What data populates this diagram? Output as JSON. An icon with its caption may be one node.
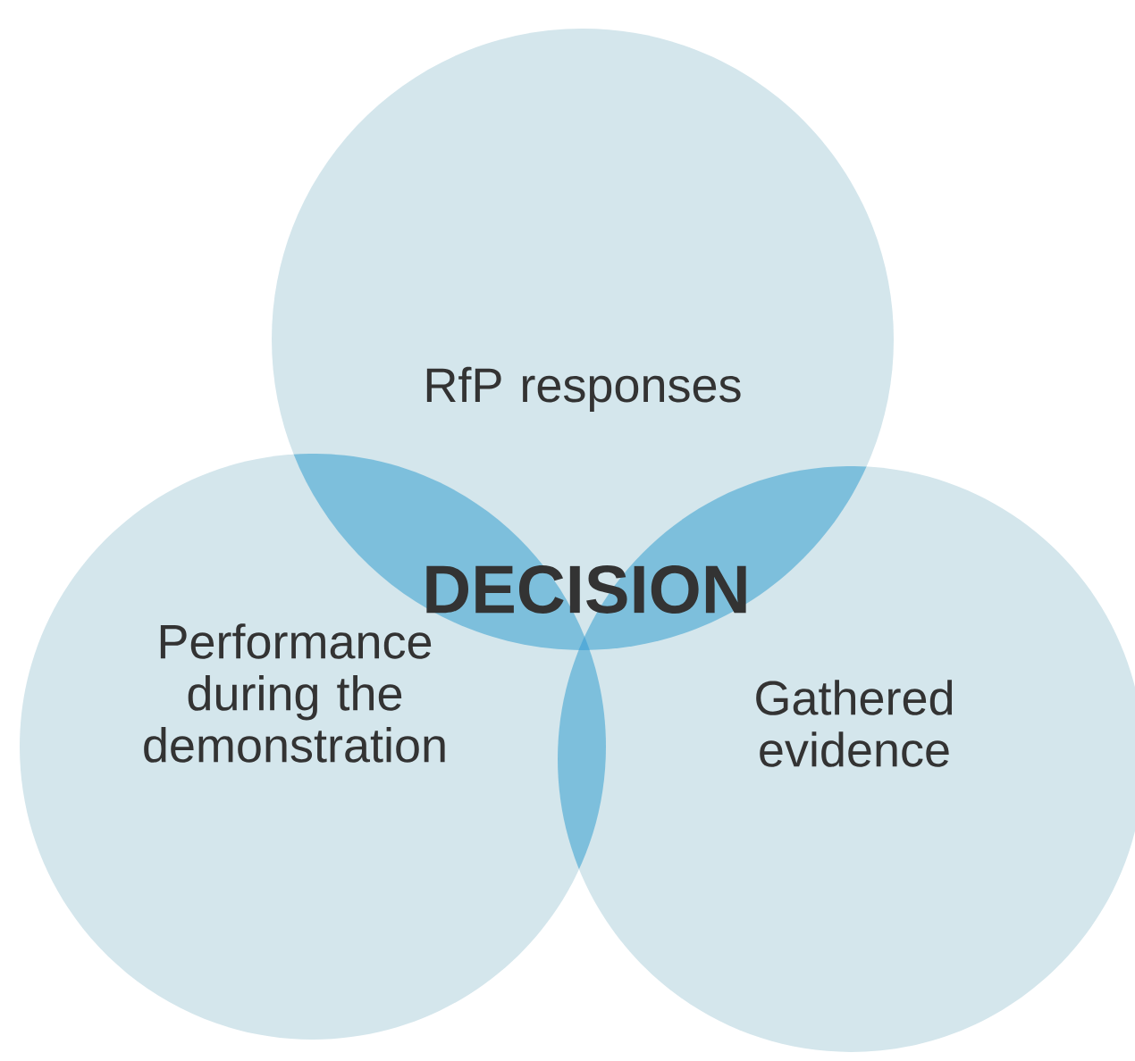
{
  "diagram": {
    "nodes": [
      {
        "text": [
          "RfP responses"
        ]
      },
      {
        "text": [
          "Performance during the demonstration"
        ]
      },
      {
        "text": [
          "Gathered evidence"
        ]
      }
    ],
    "labels": [
      "DECISION"
    ]
  }
}
